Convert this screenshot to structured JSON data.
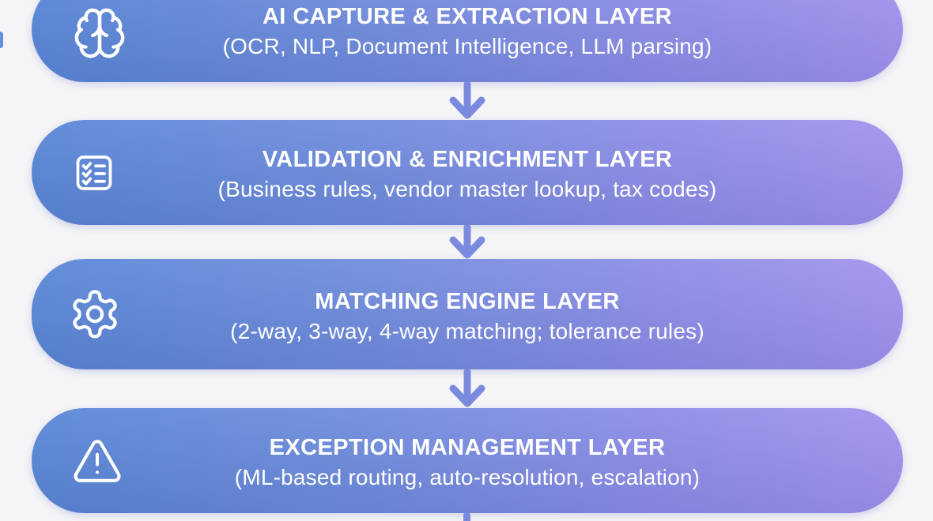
{
  "page": {
    "background": "#f5f5f7",
    "description": "Four-layer AI invoice-processing architecture diagram connected by downward arrows"
  },
  "palette": {
    "pill_gradient_left": "#5886d6",
    "pill_gradient_mid": "#7b8ce0",
    "pill_gradient_right": "#a192ee",
    "arrow": "#7a8bdf",
    "text": "#ffffff"
  },
  "layers": [
    {
      "icon": "brain-icon",
      "title": "AI CAPTURE & EXTRACTION LAYER",
      "subtitle": "(OCR, NLP, Document Intelligence, LLM parsing)"
    },
    {
      "icon": "checklist-icon",
      "title": "VALIDATION & ENRICHMENT LAYER",
      "subtitle": "(Business rules, vendor master lookup, tax codes)"
    },
    {
      "icon": "gear-icon",
      "title": "MATCHING ENGINE LAYER",
      "subtitle": "(2-way, 3-way, 4-way matching; tolerance rules)"
    },
    {
      "icon": "warning-triangle-icon",
      "title": "EXCEPTION MANAGEMENT LAYER",
      "subtitle": "(ML-based routing, auto-resolution, escalation)"
    }
  ],
  "connectors": [
    {
      "type": "down-arrow"
    },
    {
      "type": "down-arrow"
    },
    {
      "type": "down-arrow"
    },
    {
      "type": "down-arrow-partial"
    }
  ]
}
